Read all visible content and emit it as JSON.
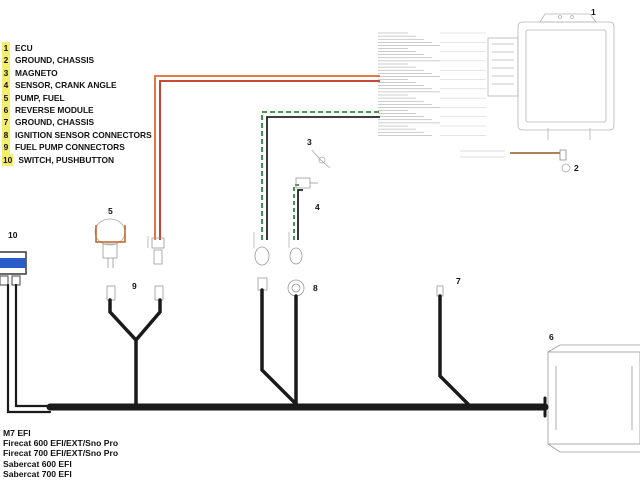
{
  "legend": [
    {
      "num": "1",
      "label": "ECU"
    },
    {
      "num": "2",
      "label": "GROUND, CHASSIS"
    },
    {
      "num": "3",
      "label": "MAGNETO"
    },
    {
      "num": "4",
      "label": "SENSOR, CRANK ANGLE"
    },
    {
      "num": "5",
      "label": "PUMP, FUEL"
    },
    {
      "num": "6",
      "label": "REVERSE MODULE"
    },
    {
      "num": "7",
      "label": "GROUND, CHASSIS"
    },
    {
      "num": "8",
      "label": "IGNITION SENSOR CONNECTORS"
    },
    {
      "num": "9",
      "label": "FUEL PUMP CONNECTORS"
    },
    {
      "num": "10",
      "label": "SWITCH, PUSHBUTTON"
    }
  ],
  "models": [
    "M7 EFI",
    "Firecat 600 EFI/EXT/Sno Pro",
    "Firecat 700 EFI/EXT/Sno Pro",
    "Sabercat 600 EFI",
    "Sabercat 700 EFI"
  ],
  "callouts": {
    "c1": "1",
    "c2": "2",
    "c3": "3",
    "c4": "4",
    "c5": "5",
    "c6": "6",
    "c7": "7",
    "c8": "8",
    "c9": "9",
    "c10": "10"
  },
  "colors": {
    "harness": "#1a1a1a",
    "wire_orange": "#e06a2a",
    "wire_red": "#c0301e",
    "wire_green": "#2f8a3a",
    "wire_brown": "#8b5a2b",
    "legend_highlight": "#f3ef6c"
  }
}
